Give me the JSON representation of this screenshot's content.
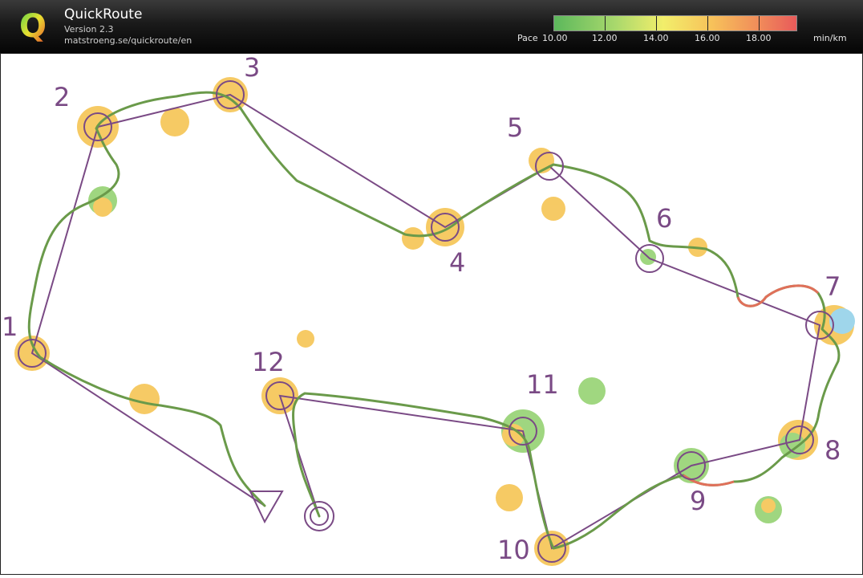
{
  "app": {
    "title": "QuickRoute",
    "version": "Version 2.3",
    "url": "matstroeng.se/quickroute/en",
    "logo_letter": "Q"
  },
  "pace_scale": {
    "prefix": "Pace",
    "ticks": [
      "10.00",
      "12.00",
      "14.00",
      "16.00",
      "18.00"
    ],
    "unit": "min/km"
  },
  "colors": {
    "course": "#7a4a85",
    "route": "#6a9a4a",
    "route_slow": "#e0705a",
    "circle_fill": "#f5c14a",
    "green_fill": "#8fd06a"
  },
  "controls": [
    {
      "label": "1"
    },
    {
      "label": "2"
    },
    {
      "label": "3"
    },
    {
      "label": "4"
    },
    {
      "label": "5"
    },
    {
      "label": "6"
    },
    {
      "label": "7"
    },
    {
      "label": "8"
    },
    {
      "label": "9"
    },
    {
      "label": "10"
    },
    {
      "label": "11"
    },
    {
      "label": "12"
    }
  ]
}
